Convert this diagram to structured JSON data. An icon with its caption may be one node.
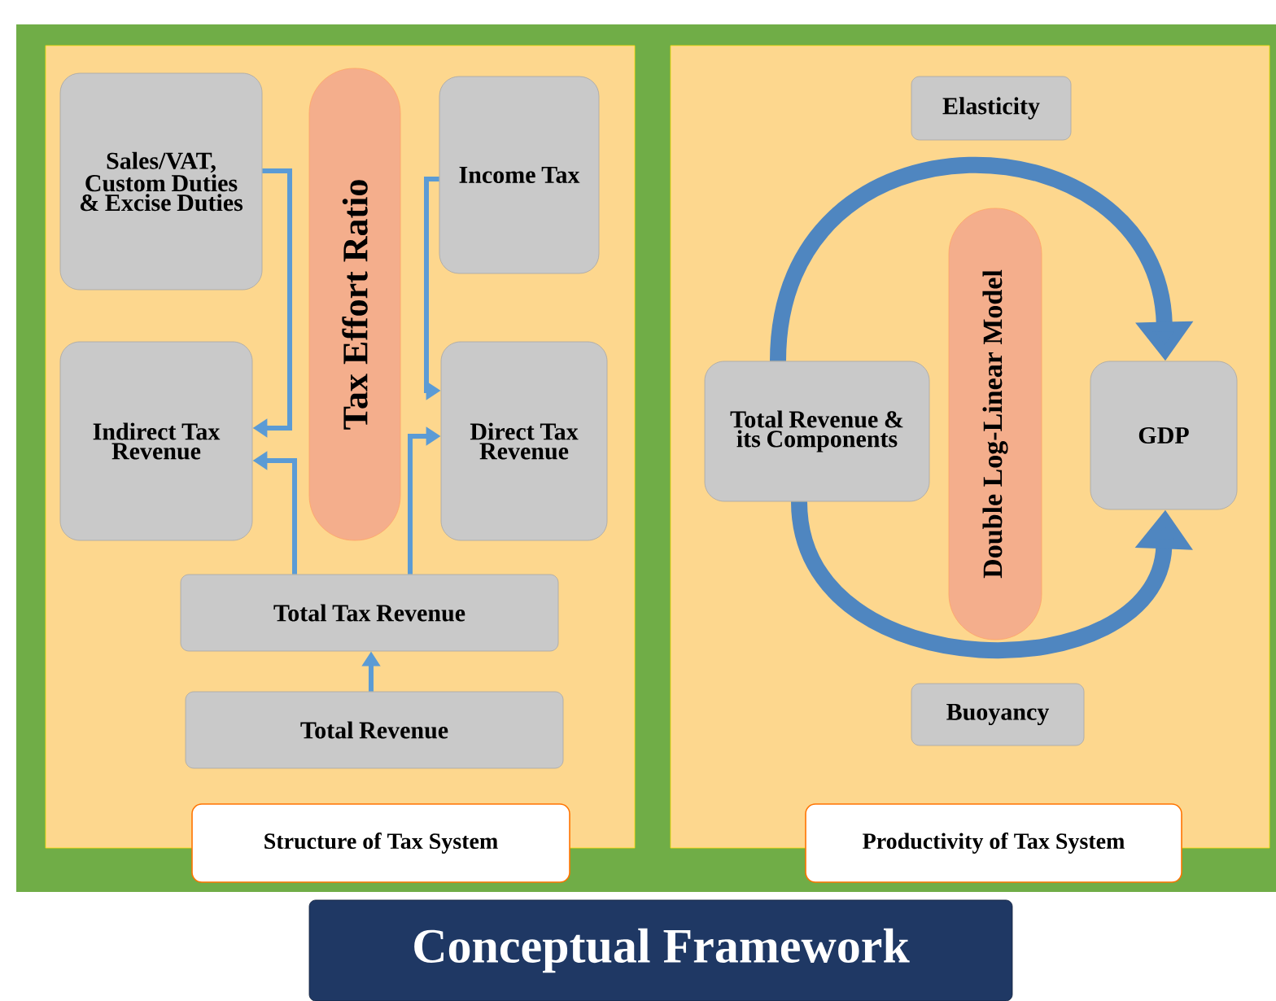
{
  "diagram": {
    "title": "Conceptual Framework",
    "nodes": [
      {
        "text": [
          "Sales/VAT, Custom Duties & Excise Duties"
        ]
      },
      {
        "text": [
          "Tax Effort Ratio"
        ]
      },
      {
        "text": [
          "Income Tax"
        ]
      },
      {
        "text": [
          "Indirect Tax Revenue"
        ]
      },
      {
        "text": [
          "Direct Tax Revenue"
        ]
      },
      {
        "text": [
          "Total Tax Revenue"
        ]
      },
      {
        "text": [
          "Total Revenue"
        ]
      },
      {
        "text": [
          "Structure of Tax System"
        ]
      },
      {
        "text": [
          "Elasticity"
        ]
      },
      {
        "text": [
          "Total Revenue & its Components"
        ]
      },
      {
        "text": [
          "Double Log-Linear Model"
        ]
      },
      {
        "text": [
          "GDP"
        ]
      },
      {
        "text": [
          "Buoyancy"
        ]
      },
      {
        "text": [
          "Productivity of Tax System"
        ]
      }
    ],
    "edges": [
      {
        "from": 0,
        "to": 3,
        "arrow": "to"
      },
      {
        "from": 5,
        "to": 3,
        "arrow": "to"
      },
      {
        "from": 2,
        "to": 4,
        "arrow": "to"
      },
      {
        "from": 5,
        "to": 4,
        "arrow": "to"
      },
      {
        "from": 6,
        "to": 5,
        "arrow": "to"
      },
      {
        "from": 9,
        "to": 11,
        "arrow": "to",
        "style": "thick"
      },
      {
        "from": 9,
        "to": 11,
        "arrow": "to",
        "style": "thick"
      }
    ]
  }
}
